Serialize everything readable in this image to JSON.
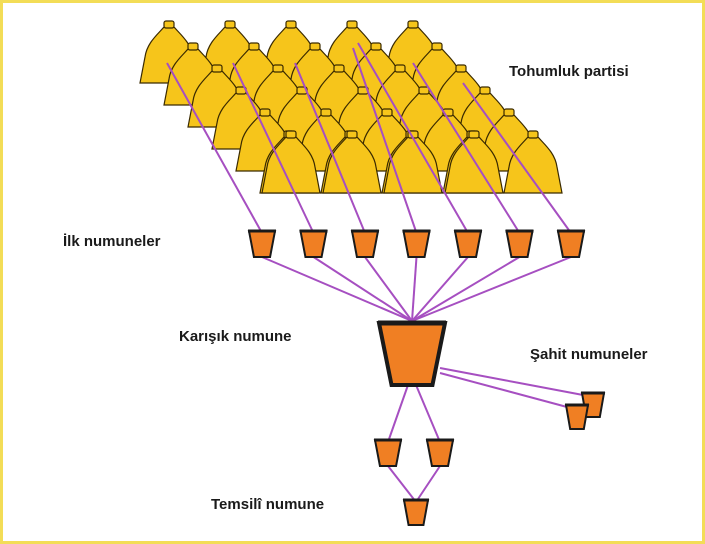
{
  "labels": {
    "seed_lot": "Tohumluk partisi",
    "primary_samples": "İlk numuneler",
    "composite_sample": "Karışık numune",
    "reference_samples": "Şahit numuneler",
    "representative_sample": "Temsilî numune"
  },
  "colors": {
    "sack": "#f6c51b",
    "sack_outline": "#3a2a00",
    "cup": "#f07f23",
    "cup_outline": "#1a1a1a",
    "line": "#a64fc1",
    "frame": "#f3dd57"
  },
  "counts": {
    "primary_cups": 7,
    "reference_cups": 2,
    "subsample_cups": 2,
    "representative_cups": 1
  }
}
